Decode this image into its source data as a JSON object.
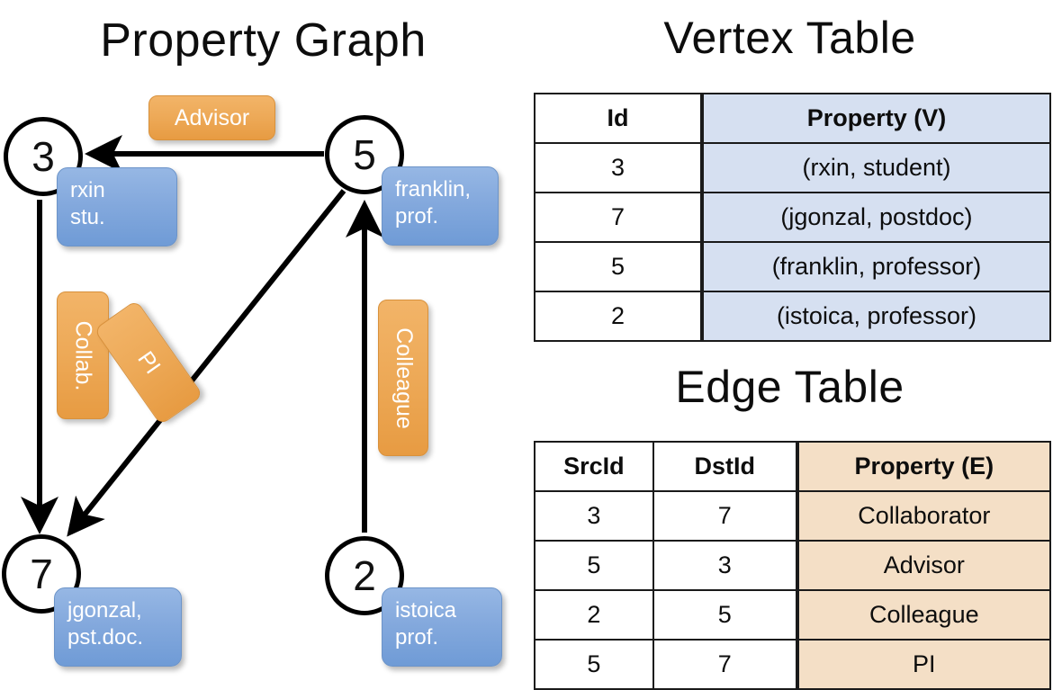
{
  "titles": {
    "property_graph": "Property Graph",
    "vertex_table": "Vertex Table",
    "edge_table": "Edge Table"
  },
  "graph": {
    "vertices": [
      {
        "id": "3",
        "label": "3",
        "property_line1": "rxin",
        "property_line2": "stu."
      },
      {
        "id": "5",
        "label": "5",
        "property_line1": "franklin,",
        "property_line2": "prof."
      },
      {
        "id": "7",
        "label": "7",
        "property_line1": "jgonzal,",
        "property_line2": "pst.doc."
      },
      {
        "id": "2",
        "label": "2",
        "property_line1": "istoica",
        "property_line2": "prof."
      }
    ],
    "edge_labels": [
      {
        "name": "advisor",
        "text": "Advisor"
      },
      {
        "name": "collab",
        "text": "Collab."
      },
      {
        "name": "pi",
        "text": "PI"
      },
      {
        "name": "colleague",
        "text": "Colleague"
      }
    ],
    "edges": [
      {
        "from": "5",
        "to": "3",
        "label": "Advisor"
      },
      {
        "from": "3",
        "to": "7",
        "label": "Collab."
      },
      {
        "from": "5",
        "to": "7",
        "label": "PI"
      },
      {
        "from": "2",
        "to": "5",
        "label": "Colleague"
      }
    ]
  },
  "vertex_table": {
    "headers": [
      "Id",
      "Property (V)"
    ],
    "rows": [
      {
        "id": "3",
        "property": "(rxin, student)"
      },
      {
        "id": "7",
        "property": "(jgonzal, postdoc)"
      },
      {
        "id": "5",
        "property": "(franklin, professor)"
      },
      {
        "id": "2",
        "property": "(istoica, professor)"
      }
    ]
  },
  "edge_table": {
    "headers": [
      "SrcId",
      "DstId",
      "Property (E)"
    ],
    "rows": [
      {
        "src": "3",
        "dst": "7",
        "property": "Collaborator"
      },
      {
        "src": "5",
        "dst": "3",
        "property": "Advisor"
      },
      {
        "src": "2",
        "dst": "5",
        "property": "Colleague"
      },
      {
        "src": "5",
        "dst": "7",
        "property": "PI"
      }
    ]
  },
  "colors": {
    "vertex_property_fill": "#d6e0f1",
    "edge_property_fill": "#f4dfc6",
    "node_box_blue": "#84a9dd",
    "edge_label_orange": "#eda957",
    "stroke": "#000000",
    "background": "#ffffff"
  }
}
